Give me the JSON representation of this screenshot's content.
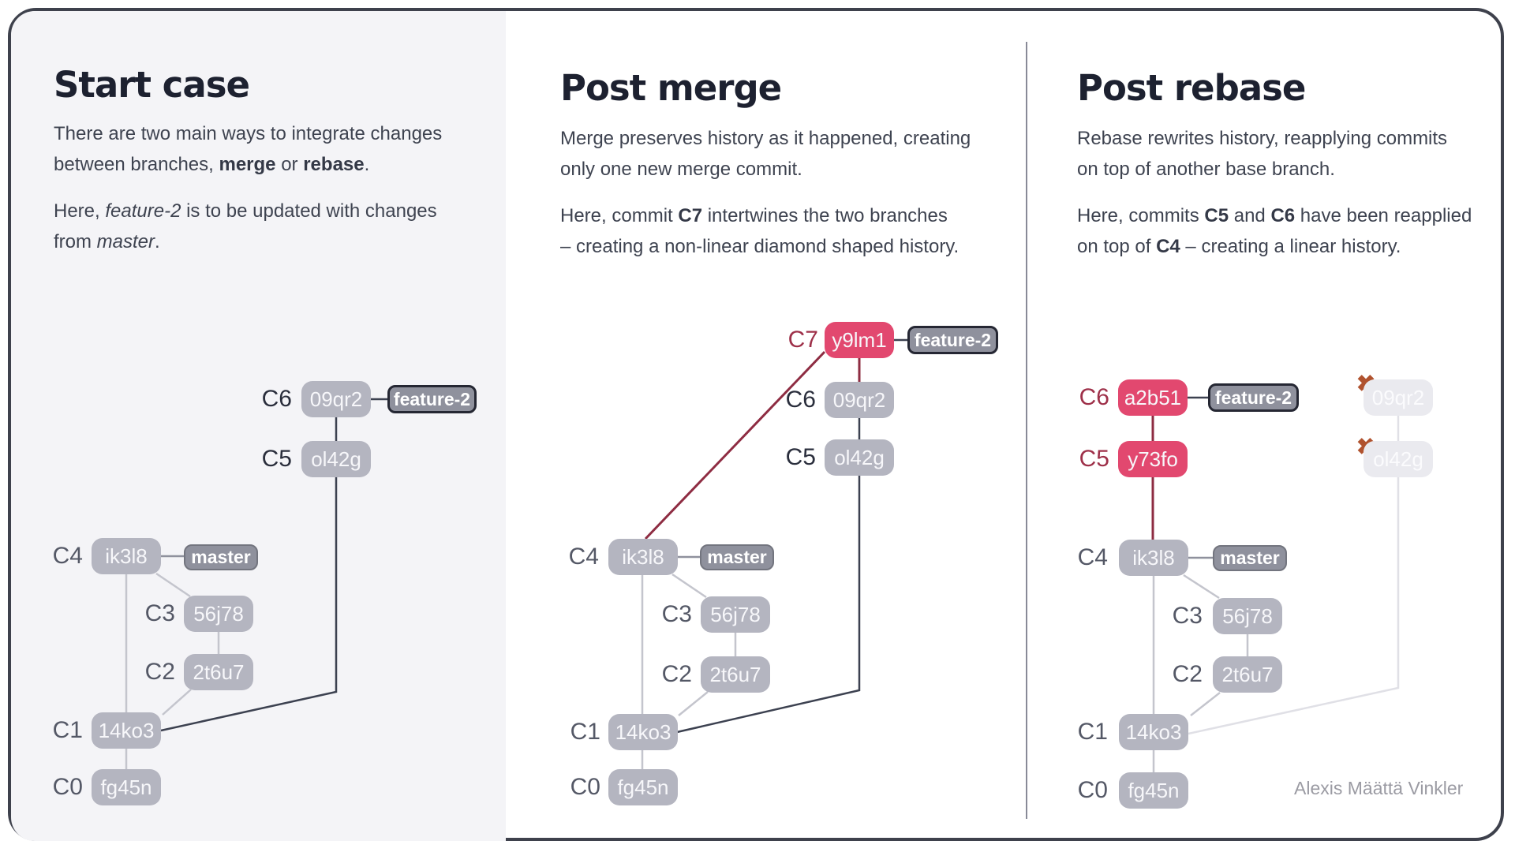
{
  "signature": "Alexis Määttä Vinkler",
  "colors": {
    "card_border": "#3e414c",
    "panel1_bg": "#f4f4f7",
    "node_gray": "#b4b5c0",
    "node_pink": "#e2486f",
    "ghost_node": "#eaeaef",
    "badge_gray": "#8f919d",
    "badge_feature_border": "#252733",
    "edge_light": "#c4c5cd",
    "edge_dark": "#3c4150",
    "edge_red": "#8e2c42",
    "edge_ghost": "#e0e0e6",
    "label_gray": "#545866",
    "label_dark": "#2a2e3c",
    "label_red": "#9e3049",
    "x_mark": "#b0522e",
    "title_color": "#1d2130",
    "body_color": "#3e4350"
  },
  "panels": [
    {
      "title": "Start case",
      "para1": {
        "l1_r1": "There are two main ways to integrate changes",
        "l2_r1": "between branches, ",
        "l2_r2": "merge",
        "l2_r3": " or ",
        "l2_r4": "rebase",
        "l2_r5": "."
      },
      "para2": {
        "l1_r1": "Here, ",
        "l1_r2": "feature-2",
        "l1_r3": " is to be updated with changes",
        "l2_r1": "from ",
        "l2_r2": "master",
        "l2_r3": "."
      },
      "graph": {
        "labels": {
          "c0": "C0",
          "c1": "C1",
          "c2": "C2",
          "c3": "C3",
          "c4": "C4",
          "c5": "C5",
          "c6": "C6"
        },
        "commits": {
          "c0": "fg45n",
          "c1": "14ko3",
          "c2": "2t6u7",
          "c3": "56j78",
          "c4": "ik3l8",
          "c5": "ol42g",
          "c6": "09qr2"
        },
        "badges": {
          "master": "master",
          "feature": "feature-2"
        }
      }
    },
    {
      "title": "Post merge",
      "para1": {
        "l1_r1": "Merge preserves history as it happened, creating",
        "l2_r1": "only one new merge commit."
      },
      "para2": {
        "l1_r1": "Here, commit ",
        "l1_r2": "C7",
        "l1_r3": " intertwines the two branches",
        "l2_r1": "– creating a non-linear diamond shaped history."
      },
      "graph": {
        "labels": {
          "c0": "C0",
          "c1": "C1",
          "c2": "C2",
          "c3": "C3",
          "c4": "C4",
          "c5": "C5",
          "c6": "C6",
          "c7": "C7"
        },
        "commits": {
          "c0": "fg45n",
          "c1": "14ko3",
          "c2": "2t6u7",
          "c3": "56j78",
          "c4": "ik3l8",
          "c5": "ol42g",
          "c6": "09qr2",
          "c7": "y9lm1"
        },
        "badges": {
          "master": "master",
          "feature": "feature-2"
        }
      }
    },
    {
      "title": "Post rebase",
      "para1": {
        "l1_r1": "Rebase rewrites history, reapplying commits",
        "l2_r1": "on top of another base branch."
      },
      "para2": {
        "l1_r1": "Here, commits ",
        "l1_r2": "C5",
        "l1_r3": " and ",
        "l1_r4": "C6",
        "l1_r5": " have been reapplied",
        "l2_r1": "on top of ",
        "l2_r2": "C4",
        "l2_r3": " – creating a linear history."
      },
      "graph": {
        "labels": {
          "c0": "C0",
          "c1": "C1",
          "c2": "C2",
          "c3": "C3",
          "c4": "C4",
          "c5": "C5",
          "c6": "C6"
        },
        "commits": {
          "c0": "fg45n",
          "c1": "14ko3",
          "c2": "2t6u7",
          "c3": "56j78",
          "c4": "ik3l8",
          "c5": "y73fo",
          "c6": "a2b51"
        },
        "ghosts": {
          "c5": "ol42g",
          "c6": "09qr2"
        },
        "badges": {
          "master": "master",
          "feature": "feature-2"
        },
        "x_icon": "✖"
      }
    }
  ]
}
